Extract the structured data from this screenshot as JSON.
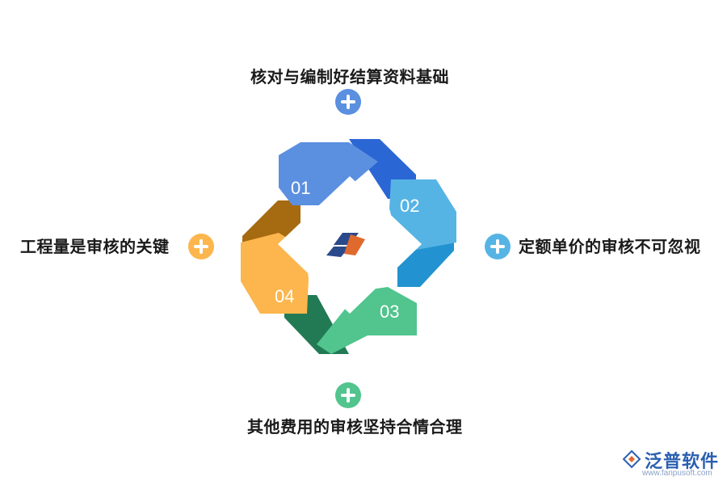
{
  "items": [
    {
      "label": "核对与编制好结算资料基础",
      "number": "01",
      "color": "#5b8fe0"
    },
    {
      "label": "定额单价的审核不可忽视",
      "number": "02",
      "color": "#56b4e4"
    },
    {
      "label": "其他费用的审核坚持合情合理",
      "number": "03",
      "color": "#52c48e"
    },
    {
      "label": "工程量是审核的关键",
      "number": "04",
      "color": "#fcb64d"
    }
  ],
  "brand": {
    "name": "泛普软件",
    "url": "www.fanpusoft.com"
  }
}
